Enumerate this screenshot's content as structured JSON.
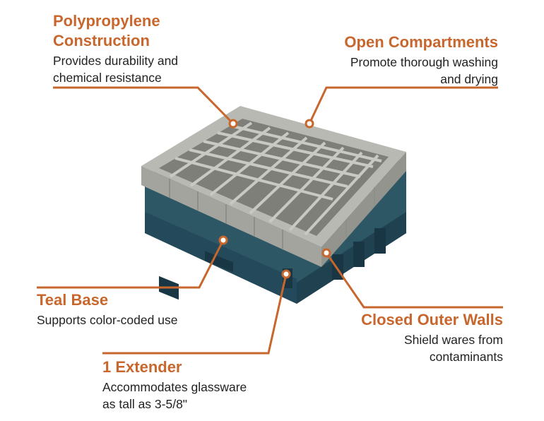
{
  "callouts": {
    "polypropylene": {
      "title_line1": "Polypropylene",
      "title_line2": "Construction",
      "desc_line1": "Provides durability and",
      "desc_line2": "chemical resistance"
    },
    "open_compartments": {
      "title": "Open Compartments",
      "desc_line1": "Promote thorough washing",
      "desc_line2": "and drying"
    },
    "teal_base": {
      "title": "Teal Base",
      "desc": "Supports color-coded use"
    },
    "closed_outer_walls": {
      "title": "Closed Outer Walls",
      "desc_line1": "Shield wares from",
      "desc_line2": "contaminants"
    },
    "extender": {
      "title": "1 Extender",
      "desc_line1": "Accommodates glassware",
      "desc_line2": "as tall as 3-5/8\""
    }
  },
  "colors": {
    "accent": "#c8672d",
    "teal": "#2e5766",
    "gray_extender": "#b9b9b4",
    "text": "#222222"
  },
  "image": {
    "subject": "glass-rack-with-extender"
  }
}
